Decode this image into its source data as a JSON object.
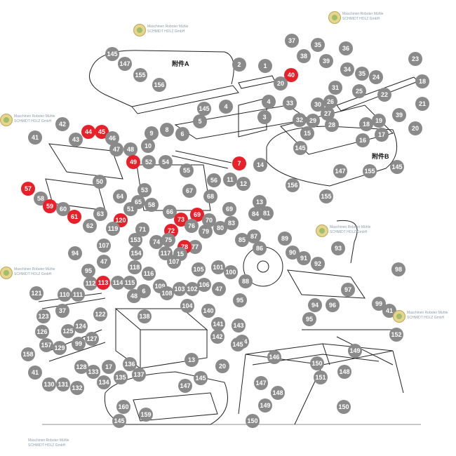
{
  "labels": [
    {
      "n": "145",
      "hi": false
    },
    {
      "n": "147",
      "hi": false
    },
    {
      "n": "155",
      "hi": false
    },
    {
      "n": "156",
      "hi": false
    },
    {
      "n": "2",
      "hi": false
    },
    {
      "n": "1",
      "hi": false
    },
    {
      "n": "37",
      "hi": false
    },
    {
      "n": "35",
      "hi": false
    },
    {
      "n": "36",
      "hi": false
    },
    {
      "n": "23",
      "hi": false
    },
    {
      "n": "38",
      "hi": false
    },
    {
      "n": "39",
      "hi": false
    },
    {
      "n": "34",
      "hi": false
    },
    {
      "n": "35",
      "hi": false
    },
    {
      "n": "40",
      "hi": true
    },
    {
      "n": "24",
      "hi": false
    },
    {
      "n": "20",
      "hi": false
    },
    {
      "n": "31",
      "hi": false
    },
    {
      "n": "25",
      "hi": false
    },
    {
      "n": "22",
      "hi": false
    },
    {
      "n": "18",
      "hi": false
    },
    {
      "n": "33",
      "hi": false
    },
    {
      "n": "26",
      "hi": false
    },
    {
      "n": "30",
      "hi": false
    },
    {
      "n": "21",
      "hi": false
    },
    {
      "n": "4",
      "hi": false
    },
    {
      "n": "4",
      "hi": false
    },
    {
      "n": "3",
      "hi": false
    },
    {
      "n": "145",
      "hi": false
    },
    {
      "n": "5",
      "hi": false
    },
    {
      "n": "32",
      "hi": false
    },
    {
      "n": "29",
      "hi": false
    },
    {
      "n": "27",
      "hi": false
    },
    {
      "n": "28",
      "hi": false
    },
    {
      "n": "19",
      "hi": false
    },
    {
      "n": "39",
      "hi": false
    },
    {
      "n": "18",
      "hi": false
    },
    {
      "n": "17",
      "hi": false
    },
    {
      "n": "20",
      "hi": false
    },
    {
      "n": "42",
      "hi": false
    },
    {
      "n": "44",
      "hi": true
    },
    {
      "n": "45",
      "hi": true
    },
    {
      "n": "43",
      "hi": false
    },
    {
      "n": "46",
      "hi": false
    },
    {
      "n": "41",
      "hi": false
    },
    {
      "n": "47",
      "hi": false
    },
    {
      "n": "48",
      "hi": false
    },
    {
      "n": "9",
      "hi": false
    },
    {
      "n": "8",
      "hi": false
    },
    {
      "n": "6",
      "hi": false
    },
    {
      "n": "10",
      "hi": false
    },
    {
      "n": "15",
      "hi": false
    },
    {
      "n": "16",
      "hi": false
    },
    {
      "n": "145",
      "hi": false
    },
    {
      "n": "7",
      "hi": true
    },
    {
      "n": "49",
      "hi": true
    },
    {
      "n": "52",
      "hi": false
    },
    {
      "n": "54",
      "hi": false
    },
    {
      "n": "55",
      "hi": false
    },
    {
      "n": "14",
      "hi": false
    },
    {
      "n": "147",
      "hi": false
    },
    {
      "n": "155",
      "hi": false
    },
    {
      "n": "145",
      "hi": false
    },
    {
      "n": "50",
      "hi": false
    },
    {
      "n": "53",
      "hi": false
    },
    {
      "n": "56",
      "hi": false
    },
    {
      "n": "11",
      "hi": false
    },
    {
      "n": "12",
      "hi": false
    },
    {
      "n": "156",
      "hi": false
    },
    {
      "n": "57",
      "hi": true
    },
    {
      "n": "64",
      "hi": false
    },
    {
      "n": "67",
      "hi": false
    },
    {
      "n": "68",
      "hi": false
    },
    {
      "n": "155",
      "hi": false
    },
    {
      "n": "58",
      "hi": false
    },
    {
      "n": "51",
      "hi": false
    },
    {
      "n": "13",
      "hi": false
    },
    {
      "n": "65",
      "hi": false
    },
    {
      "n": "58",
      "hi": false
    },
    {
      "n": "59",
      "hi": true
    },
    {
      "n": "60",
      "hi": false
    },
    {
      "n": "61",
      "hi": true
    },
    {
      "n": "63",
      "hi": false
    },
    {
      "n": "62",
      "hi": false
    },
    {
      "n": "66",
      "hi": false
    },
    {
      "n": "69",
      "hi": true
    },
    {
      "n": "69",
      "hi": false
    },
    {
      "n": "84",
      "hi": false
    },
    {
      "n": "81",
      "hi": false
    },
    {
      "n": "120",
      "hi": true
    },
    {
      "n": "70",
      "hi": false
    },
    {
      "n": "73",
      "hi": true
    },
    {
      "n": "83",
      "hi": false
    },
    {
      "n": "71",
      "hi": false
    },
    {
      "n": "72",
      "hi": true
    },
    {
      "n": "76",
      "hi": false
    },
    {
      "n": "80",
      "hi": false
    },
    {
      "n": "119",
      "hi": false
    },
    {
      "n": "153",
      "hi": false
    },
    {
      "n": "74",
      "hi": false
    },
    {
      "n": "75",
      "hi": false
    },
    {
      "n": "79",
      "hi": false
    },
    {
      "n": "77",
      "hi": false
    },
    {
      "n": "87",
      "hi": false
    },
    {
      "n": "89",
      "hi": false
    },
    {
      "n": "93",
      "hi": false
    },
    {
      "n": "107",
      "hi": false
    },
    {
      "n": "78",
      "hi": true
    },
    {
      "n": "85",
      "hi": false
    },
    {
      "n": "86",
      "hi": false
    },
    {
      "n": "94",
      "hi": false
    },
    {
      "n": "154",
      "hi": false
    },
    {
      "n": "117",
      "hi": false
    },
    {
      "n": "15",
      "hi": false
    },
    {
      "n": "90",
      "hi": false
    },
    {
      "n": "91",
      "hi": false
    },
    {
      "n": "92",
      "hi": false
    },
    {
      "n": "98",
      "hi": false
    },
    {
      "n": "47",
      "hi": false
    },
    {
      "n": "118",
      "hi": false
    },
    {
      "n": "107",
      "hi": false
    },
    {
      "n": "105",
      "hi": false
    },
    {
      "n": "101",
      "hi": false
    },
    {
      "n": "100",
      "hi": false
    },
    {
      "n": "88",
      "hi": false
    },
    {
      "n": "95",
      "hi": false
    },
    {
      "n": "116",
      "hi": false
    },
    {
      "n": "112",
      "hi": false
    },
    {
      "n": "113",
      "hi": true
    },
    {
      "n": "114",
      "hi": false
    },
    {
      "n": "115",
      "hi": false
    },
    {
      "n": "48",
      "hi": false
    },
    {
      "n": "97",
      "hi": false
    },
    {
      "n": "121",
      "hi": false
    },
    {
      "n": "110",
      "hi": false
    },
    {
      "n": "111",
      "hi": false
    },
    {
      "n": "109",
      "hi": false
    },
    {
      "n": "103",
      "hi": false
    },
    {
      "n": "102",
      "hi": false
    },
    {
      "n": "106",
      "hi": false
    },
    {
      "n": "47",
      "hi": false
    },
    {
      "n": "6",
      "hi": false
    },
    {
      "n": "108",
      "hi": false
    },
    {
      "n": "95",
      "hi": false
    },
    {
      "n": "99",
      "hi": false
    },
    {
      "n": "94",
      "hi": false
    },
    {
      "n": "96",
      "hi": false
    },
    {
      "n": "41",
      "hi": false
    },
    {
      "n": "37",
      "hi": false
    },
    {
      "n": "122",
      "hi": false
    },
    {
      "n": "104",
      "hi": false
    },
    {
      "n": "123",
      "hi": false
    },
    {
      "n": "138",
      "hi": false
    },
    {
      "n": "140",
      "hi": false
    },
    {
      "n": "95",
      "hi": false
    },
    {
      "n": "124",
      "hi": false
    },
    {
      "n": "141",
      "hi": false
    },
    {
      "n": "143",
      "hi": false
    },
    {
      "n": "126",
      "hi": false
    },
    {
      "n": "125",
      "hi": false
    },
    {
      "n": "142",
      "hi": false
    },
    {
      "n": "152",
      "hi": false
    },
    {
      "n": "127",
      "hi": false
    },
    {
      "n": "99",
      "hi": false
    },
    {
      "n": "144",
      "hi": false
    },
    {
      "n": "149",
      "hi": false
    },
    {
      "n": "157",
      "hi": false
    },
    {
      "n": "129",
      "hi": false
    },
    {
      "n": "158",
      "hi": false
    },
    {
      "n": "128",
      "hi": false
    },
    {
      "n": "133",
      "hi": false
    },
    {
      "n": "17",
      "hi": false
    },
    {
      "n": "136",
      "hi": false
    },
    {
      "n": "13",
      "hi": false
    },
    {
      "n": "20",
      "hi": false
    },
    {
      "n": "145",
      "hi": false
    },
    {
      "n": "146",
      "hi": false
    },
    {
      "n": "150",
      "hi": false
    },
    {
      "n": "151",
      "hi": false
    },
    {
      "n": "148",
      "hi": false
    },
    {
      "n": "41",
      "hi": false
    },
    {
      "n": "130",
      "hi": false
    },
    {
      "n": "131",
      "hi": false
    },
    {
      "n": "132",
      "hi": false
    },
    {
      "n": "134",
      "hi": false
    },
    {
      "n": "135",
      "hi": false
    },
    {
      "n": "137",
      "hi": false
    },
    {
      "n": "147",
      "hi": false
    },
    {
      "n": "145",
      "hi": false
    },
    {
      "n": "147",
      "hi": false
    },
    {
      "n": "148",
      "hi": false
    },
    {
      "n": "160",
      "hi": false
    },
    {
      "n": "149",
      "hi": false
    },
    {
      "n": "150",
      "hi": false
    },
    {
      "n": "159",
      "hi": false
    },
    {
      "n": "145",
      "hi": false
    },
    {
      "n": "150",
      "hi": false
    }
  ],
  "titles": {
    "accessory_a": "附件A",
    "accessory_b": "附件B"
  },
  "watermark": {
    "line1": "Maschinen Roboter Mühle",
    "line2": "SCHMIDT HOLZ GmbH"
  },
  "colors": {
    "label": "#8a8a8a",
    "highlight": "#e8202a",
    "line": "#222222"
  }
}
